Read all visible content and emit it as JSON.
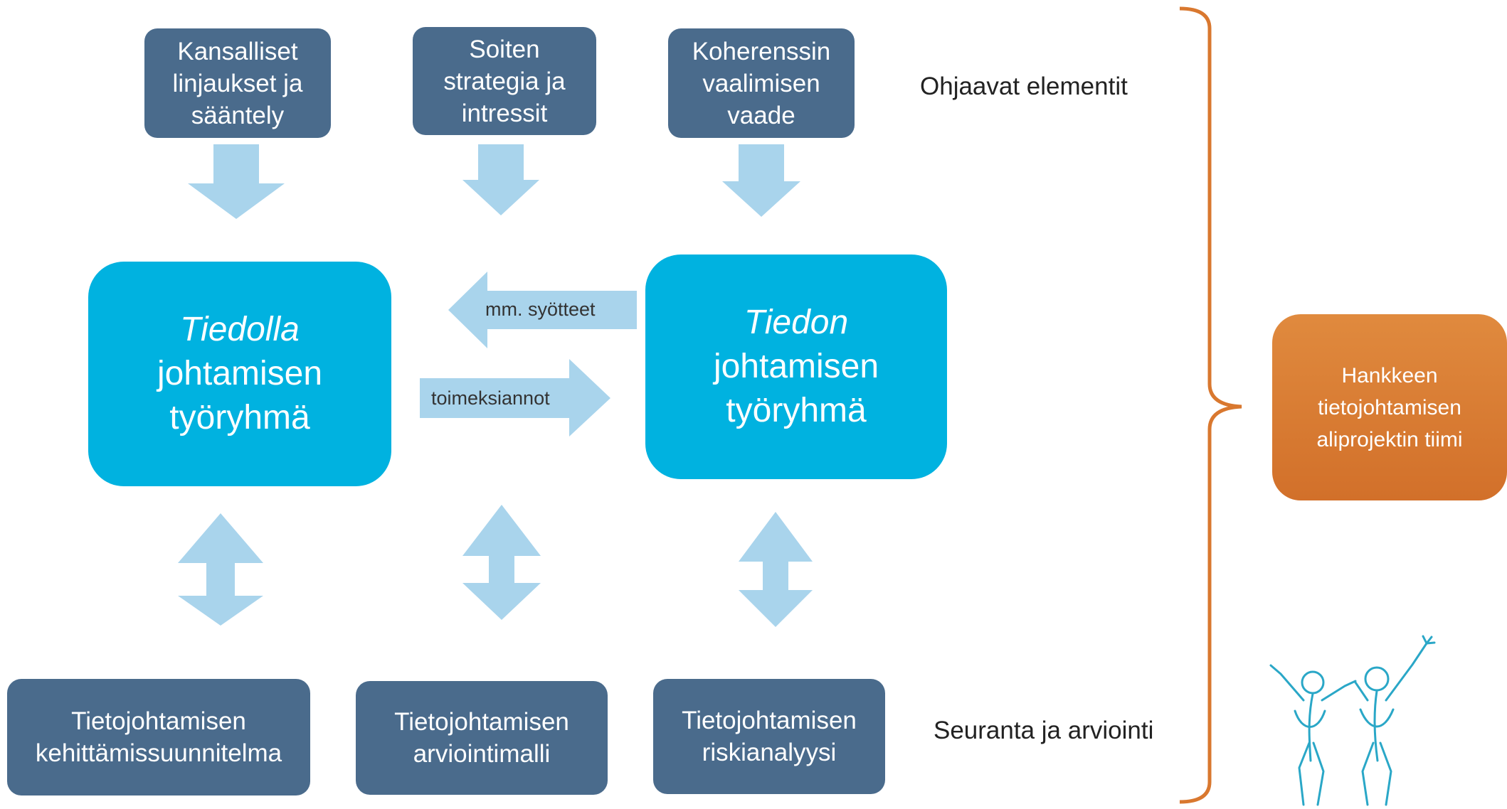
{
  "guiding": {
    "boxes": [
      {
        "lines": [
          "Kansalliset",
          "linjaukset ja",
          "sääntely"
        ]
      },
      {
        "lines": [
          "Soiten",
          "strategia ja",
          "intressit"
        ]
      },
      {
        "lines": [
          "Koherenssin",
          "vaalimisen",
          "vaade"
        ]
      }
    ],
    "label": "Ohjaavat elementit"
  },
  "working_groups": {
    "left": {
      "italic": "Tiedolla",
      "lines": [
        "johtamisen",
        "työryhmä"
      ]
    },
    "right": {
      "italic": "Tiedon",
      "lines": [
        "johtamisen",
        "työryhmä"
      ]
    }
  },
  "flows": {
    "to_left": "mm. syötteet",
    "to_right": "toimeksiannot"
  },
  "monitoring": {
    "boxes": [
      {
        "lines": [
          "Tietojohtamisen",
          "kehittämissuunnitelma"
        ]
      },
      {
        "lines": [
          "Tietojohtamisen",
          "arviointimalli"
        ]
      },
      {
        "lines": [
          "Tietojohtamisen",
          "riskianalyysi"
        ]
      }
    ],
    "label": "Seuranta ja arviointi"
  },
  "team": {
    "lines": [
      "Hankkeen",
      "tietojohtamisen",
      "aliprojektin tiimi"
    ]
  },
  "colors": {
    "dark_box": "#4a6b8c",
    "working_group": "#00b2e0",
    "arrow": "#a9d4ec",
    "brace": "#d9782f",
    "team": "#d9782f",
    "logo": "#2aa7c7"
  },
  "icons": [
    "down-arrow-icon",
    "double-arrow-icon",
    "left-arrow-icon",
    "right-arrow-icon",
    "curly-brace",
    "people-logo-icon"
  ]
}
